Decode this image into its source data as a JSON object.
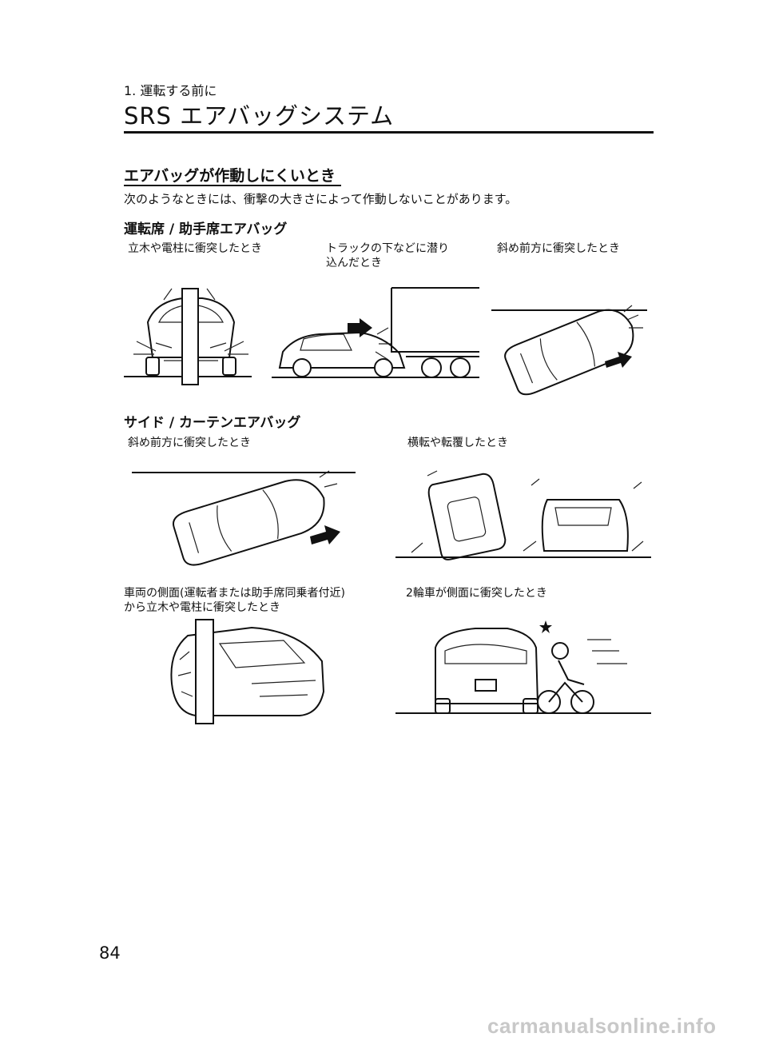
{
  "header": {
    "chapter": "1. 運転する前に",
    "title": "SRS エアバッグシステム"
  },
  "section": {
    "heading": "エアバッグが作動しにくいとき",
    "intro": "次のようなときには、衝撃の大きさによって作動しないことがあります。"
  },
  "front_airbags": {
    "heading": "運転席 / 助手席エアバッグ",
    "captions": [
      "立木や電柱に衝突したとき",
      "トラックの下などに潜り\n込んだとき",
      "斜め前方に衝突したとき"
    ]
  },
  "side_airbags": {
    "heading": "サイド / カーテンエアバッグ",
    "captions": [
      "斜め前方に衝突したとき",
      "横転や転覆したとき",
      "車両の側面(運転者または助手席同乗者付近)\nから立木や電柱に衝突したとき",
      "2輪車が側面に衝突したとき"
    ]
  },
  "page_number": "84",
  "watermark": "carmanualsonline.info"
}
